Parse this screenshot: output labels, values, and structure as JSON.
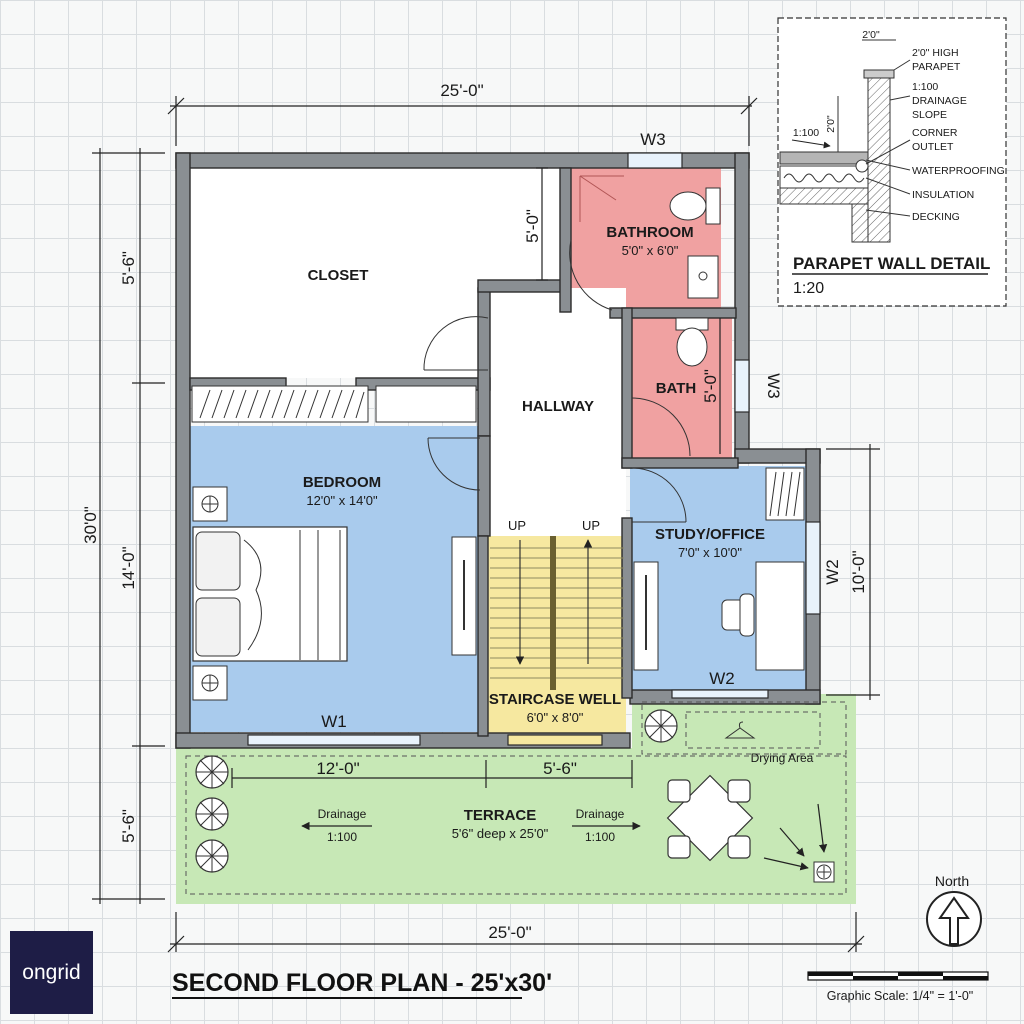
{
  "colors": {
    "bedroom": "#a9cbed",
    "bathroom": "#f0a1a1",
    "stair": "#f6e8a0",
    "study": "#a9cbed",
    "terrace": "#c7e8b6",
    "wall": "#8a8f93"
  },
  "dimensions": {
    "top_width": "25'-0\"",
    "bottom_width": "25'-0\"",
    "overall_height": "30'0\"",
    "left_top": "5'-6\"",
    "left_middle": "14'-0\"",
    "left_bottom": "5'-6\"",
    "right_study": "10'-0\"",
    "terrace_left": "12'-0\"",
    "terrace_right": "5'-6\"",
    "closet_depth": "5'-0\"",
    "bath_depth": "5'-0\""
  },
  "rooms": {
    "closet": {
      "name": "CLOSET"
    },
    "bathroom": {
      "name": "BATHROOM",
      "size": "5'0\" x 6'0\""
    },
    "bath": {
      "name": "BATH"
    },
    "hallway": {
      "name": "HALLWAY"
    },
    "bedroom": {
      "name": "BEDROOM",
      "size": "12'0\" x 14'0\""
    },
    "study": {
      "name": "STUDY/OFFICE",
      "size": "7'0\" x 10'0\""
    },
    "stair": {
      "name": "STAIRCASE WELL",
      "size": "6'0\" x 8'0\"",
      "up_left": "UP",
      "up_right": "UP"
    },
    "terrace": {
      "name": "TERRACE",
      "size": "5'6\" deep x 25'0\"",
      "drainage_left": "Drainage",
      "slope_left": "1:100",
      "drainage_right": "Drainage",
      "slope_right": "1:100",
      "drying": "Drying Area"
    }
  },
  "windows": {
    "bathroom": "W3",
    "bath": "W3",
    "study_side": "W2",
    "study_bottom": "W2",
    "bedroom": "W1"
  },
  "detail": {
    "title": "PARAPET WALL DETAIL",
    "scale": "1:20",
    "dim_width": "2'0\"",
    "dim_height": "2'0\"",
    "slope": "1:100",
    "notes": [
      "2'0\" HIGH",
      "PARAPET",
      "1:100",
      "DRAINAGE",
      "SLOPE",
      "CORNER",
      "OUTLET",
      "WATERPROOFING",
      "INSULATION",
      "DECKING"
    ]
  },
  "north": {
    "label": "North"
  },
  "title": "SECOND FLOOR PLAN - 25'x30'",
  "graphic_scale": "Graphic Scale: 1/4\" = 1'-0\"",
  "logo": "ongrid"
}
